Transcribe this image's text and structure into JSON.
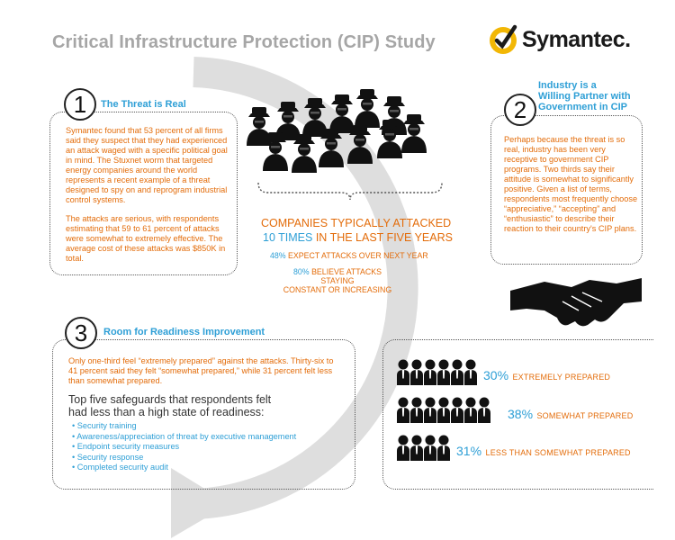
{
  "title": "Critical Infrastructure Protection (CIP) Study",
  "logo": {
    "brand": "Symantec.",
    "icon": "check-circle-logo-icon"
  },
  "colors": {
    "accent_blue": "#2e9fd6",
    "accent_orange": "#e36c0a",
    "arc_gray": "#dcdcdc"
  },
  "section1": {
    "number": "1",
    "heading": "The Threat is Real",
    "para1": "Symantec found that 53 percent of all firms said they suspect that they had experienced an attack waged with a specific political goal in mind. The Stuxnet worm that targeted energy companies around the world represents a recent example of a threat designed to spy on and reprogram industrial control systems.",
    "para2": "The attacks are serious, with respondents estimating that 59 to 61 percent of attacks were somewhat to extremely effective. The average cost of these attacks was $850K in total."
  },
  "center": {
    "headline1": "COMPANIES TYPICALLY ATTACKED",
    "headline2_highlight": "10 TIMES",
    "headline2_rest": " IN THE LAST FIVE YEARS",
    "stat1_pct": "48%",
    "stat1_text": " EXPECT ATTACKS OVER NEXT YEAR",
    "stat2_pct": "80%",
    "stat2_text_a": " BELIEVE ATTACKS STAYING",
    "stat2_text_b": "CONSTANT OR INCREASING"
  },
  "section2": {
    "number": "2",
    "heading_line1": "Industry is a",
    "heading_line2": "Willing Partner with",
    "heading_line3": "Government in CIP",
    "body": "Perhaps because the threat is so real, industry has been very receptive to government CIP programs. Two thirds say their attitude is somewhat to significantly positive. Given a list of terms, respondents most frequently choose “appreciative,” “accepting” and “enthusiastic” to describe their reaction to their country's CIP plans."
  },
  "section3": {
    "number": "3",
    "heading": "Room for Readiness Improvement",
    "intro": "Only one-third feel “extremely prepared” against the attacks. Thirty-six to 41 percent said they felt “somewhat prepared,” while 31 percent felt less than somewhat prepared.",
    "subhead_line1": "Top five safeguards that respondents felt",
    "subhead_line2": "had less than a high state of readiness:",
    "bullets": [
      "Security training",
      "Awareness/appreciation of threat by executive management",
      "Endpoint security measures",
      "Security response",
      "Completed security audit"
    ]
  },
  "readiness": [
    {
      "pct": "30%",
      "label": "EXTREMELY PREPARED",
      "people": 6
    },
    {
      "pct": "38%",
      "label": "SOMEWHAT PREPARED",
      "people": 7
    },
    {
      "pct": "31%",
      "label": "LESS THAN SOMEWHAT PREPARED",
      "people": 4
    }
  ]
}
